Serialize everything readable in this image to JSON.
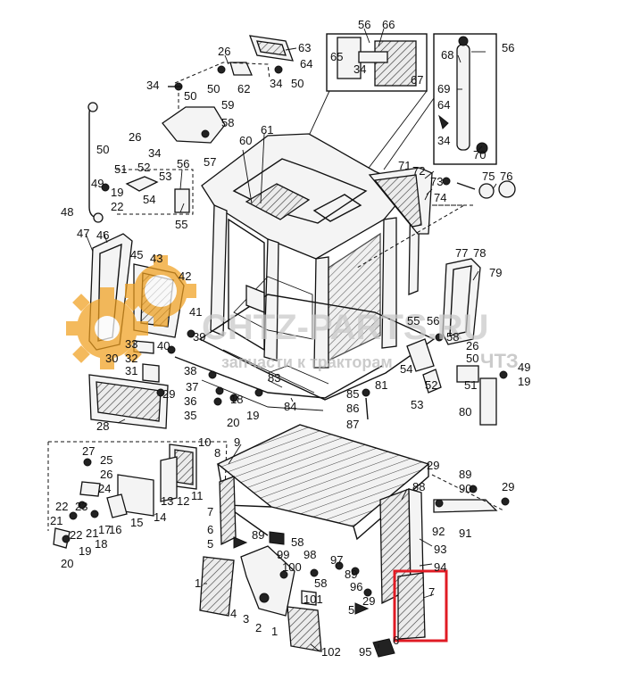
{
  "watermark": {
    "site": "CHTZ-PARTS.RU",
    "tagline": "запчасти к тракторам",
    "brand": "ЧТЗ",
    "colors": {
      "gear": "#f0a020",
      "text": "#c8c8c8"
    }
  },
  "highlight": {
    "color": "#e01b24",
    "target_part": "7"
  },
  "labels": {
    "p56a": "56",
    "p66": "66",
    "p26a": "26",
    "p63": "63",
    "p65": "65",
    "p64a": "64",
    "p34a": "34",
    "p67": "67",
    "p68": "68",
    "p56b": "56",
    "p34b": "34",
    "p50a": "50",
    "p50b": "50",
    "p62": "62",
    "p34c": "34",
    "p50c": "50",
    "p64b": "64",
    "p69": "69",
    "p64c": "64",
    "p34d": "34",
    "p70": "70",
    "p59": "59",
    "p58a": "58",
    "p60": "60",
    "p61": "61",
    "p50d": "50",
    "p26b": "26",
    "p34e": "34",
    "p57": "57",
    "p71": "71",
    "p72": "72",
    "p73": "73",
    "p75": "75",
    "p76": "76",
    "p74": "74",
    "p51a": "51",
    "p52a": "52",
    "p53a": "53",
    "p56c": "56",
    "p49a": "49",
    "p19a": "19",
    "p22a": "22",
    "p54a": "54",
    "p55a": "55",
    "p48": "48",
    "p47": "47",
    "p46": "46",
    "p45": "45",
    "p43": "43",
    "p42": "42",
    "p41": "41",
    "p77": "77",
    "p78": "78",
    "p79": "79",
    "p55b": "55",
    "p56d": "56",
    "p26c": "26",
    "p50e": "50",
    "p58b": "58",
    "p33": "33",
    "p40": "40",
    "p39": "39",
    "p30": "30",
    "p32": "32",
    "p31": "31",
    "p29a": "29",
    "p38": "38",
    "p37": "37",
    "p36": "36",
    "p35": "35",
    "p28": "28",
    "p54b": "54",
    "p52b": "52",
    "p53b": "53",
    "p51b": "51",
    "p49b": "49",
    "p19b": "19",
    "p80": "80",
    "p83": "83",
    "p85": "85",
    "p86": "86",
    "p87": "87",
    "p81": "81",
    "p84": "84",
    "p18a": "18",
    "p19c": "19",
    "p20a": "20",
    "p27": "27",
    "p25": "25",
    "p26d": "26",
    "p24": "24",
    "p10": "10",
    "p9": "9",
    "p8a": "8",
    "p11": "11",
    "p12": "12",
    "p13": "13",
    "p14": "14",
    "p15": "15",
    "p16": "16",
    "p17": "17",
    "p18b": "18",
    "p19d": "19",
    "p20b": "20",
    "p21a": "21",
    "p21b": "21",
    "p22b": "22",
    "p22c": "22",
    "p23": "23",
    "p29b": "29",
    "p89a": "89",
    "p90": "90",
    "p29c": "29",
    "p88": "88",
    "p92": "92",
    "p91": "91",
    "p93": "93",
    "p94": "94",
    "p7a": "7",
    "p6a": "6",
    "p5a": "5",
    "p89b": "89",
    "p58c": "58",
    "p98": "98",
    "p99": "99",
    "p97": "97",
    "p100": "100",
    "p58d": "58",
    "p96": "96",
    "p89c": "89",
    "p101": "101",
    "p1a": "1",
    "p4": "4",
    "p3": "3",
    "p2": "2",
    "p1b": "1",
    "p102": "102",
    "p29d": "29",
    "p5b": "5",
    "p95": "95",
    "p6b": "6",
    "p7b": "7"
  }
}
